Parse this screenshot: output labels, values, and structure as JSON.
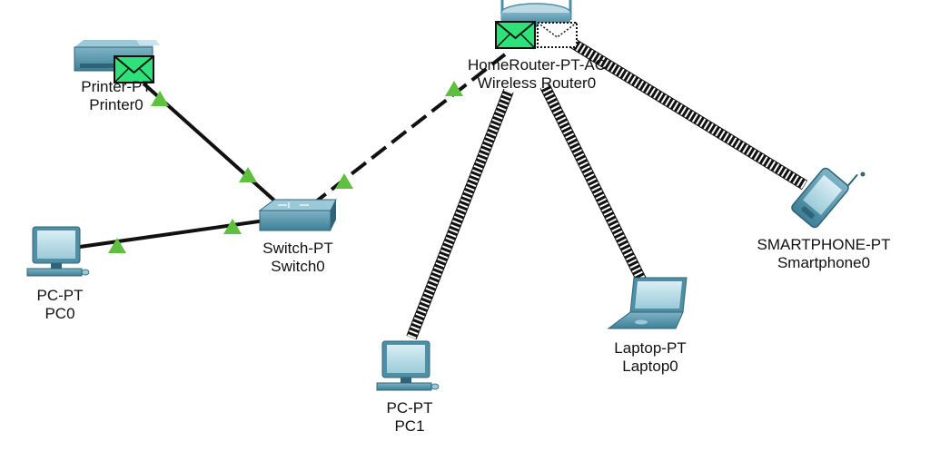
{
  "devices": {
    "printer": {
      "model": "Printer-PT",
      "name": "Printer0",
      "icon": "printer-icon"
    },
    "switch": {
      "model": "Switch-PT",
      "name": "Switch0",
      "icon": "switch-icon"
    },
    "router": {
      "model": "HomeRouter-PT-AC",
      "name": "Wireless Router0",
      "icon": "wireless-router-icon"
    },
    "pc0": {
      "model": "PC-PT",
      "name": "PC0",
      "icon": "desktop-pc-icon"
    },
    "pc1": {
      "model": "PC-PT",
      "name": "PC1",
      "icon": "desktop-pc-icon"
    },
    "laptop": {
      "model": "Laptop-PT",
      "name": "Laptop0",
      "icon": "laptop-icon"
    },
    "smartphone": {
      "model": "SMARTPHONE-PT",
      "name": "Smartphone0",
      "icon": "smartphone-icon"
    }
  },
  "links": [
    {
      "from": "printer",
      "to": "switch",
      "type": "copper-straight",
      "status": "up"
    },
    {
      "from": "pc0",
      "to": "switch",
      "type": "copper-straight",
      "status": "up"
    },
    {
      "from": "switch",
      "to": "router",
      "type": "copper-cross",
      "status": "up"
    },
    {
      "from": "router",
      "to": "pc1",
      "type": "wireless"
    },
    {
      "from": "router",
      "to": "laptop",
      "type": "wireless"
    },
    {
      "from": "router",
      "to": "smartphone",
      "type": "wireless"
    }
  ],
  "pdu_envelopes": [
    {
      "at": "printer",
      "style": "solid",
      "color": "#2ee27a"
    },
    {
      "at": "router",
      "style": "solid",
      "color": "#2ee27a"
    },
    {
      "at": "router",
      "style": "dashed-outline",
      "color": "#ffffff"
    }
  ],
  "colors": {
    "background": "#ffffff",
    "link": "#111111",
    "link_up_indicator": "#5fbf3f",
    "device_body": "#4f8fa6",
    "device_dark": "#2f6478",
    "pdu": "#2ee27a"
  }
}
